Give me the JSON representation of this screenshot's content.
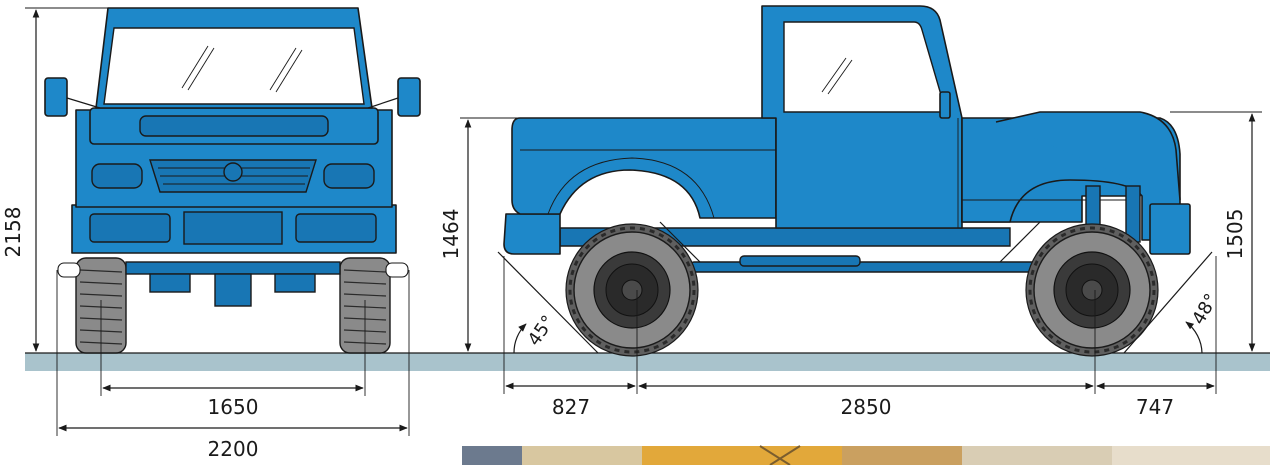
{
  "dimensions": {
    "front_height": "2158",
    "track": "1650",
    "overall_width": "2200",
    "side_height_front": "1464",
    "side_height_rear": "1505",
    "front_overhang": "827",
    "wheelbase": "2850",
    "rear_overhang": "747",
    "approach_angle": "45°",
    "departure_angle": "48°"
  },
  "colors": {
    "body": "#1e88c9",
    "ground": "#a9c3cc",
    "tire": "#8a8a8a",
    "line": "#1a1a1a"
  },
  "icons": {
    "front_view": "vehicle-front-view",
    "side_view": "vehicle-side-view",
    "photo_strip": "photo-strip"
  }
}
